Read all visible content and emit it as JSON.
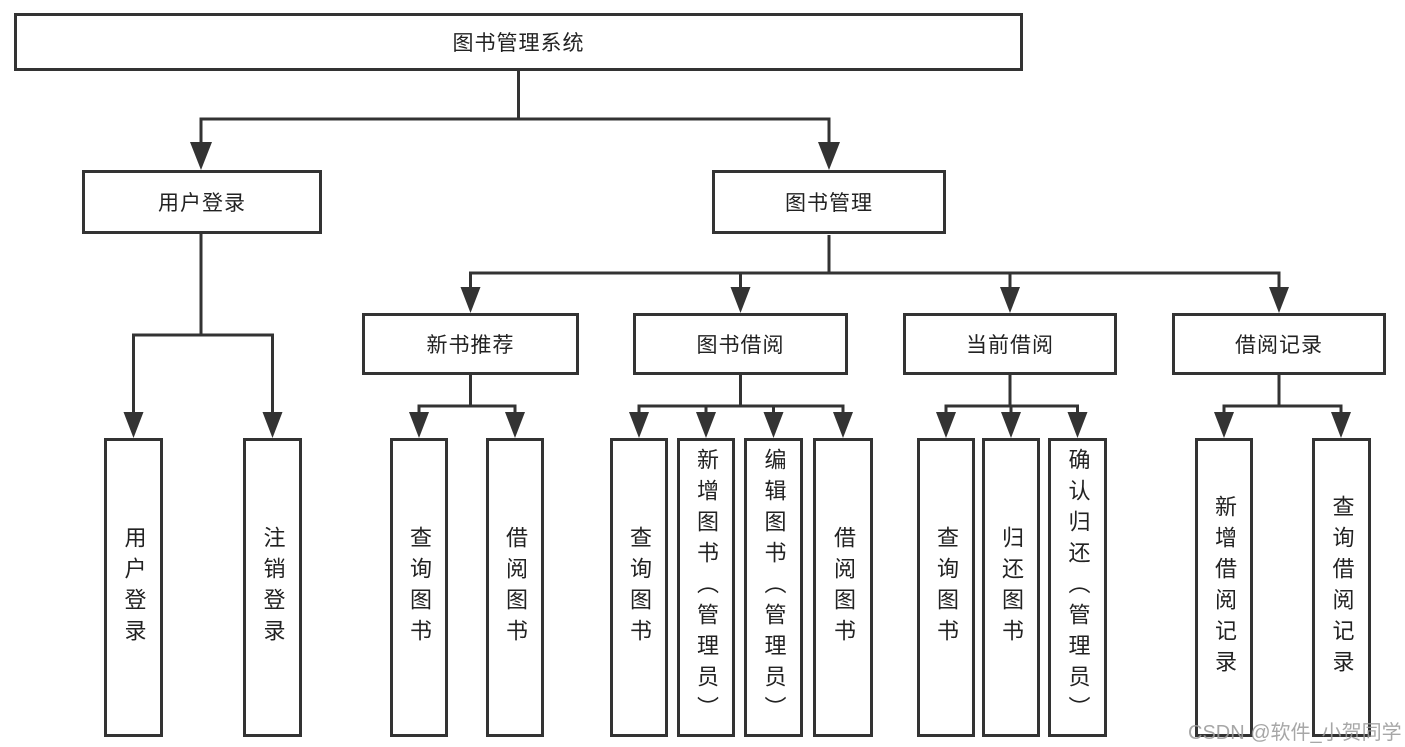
{
  "colors": {
    "line": "#333333",
    "text": "#222222",
    "background": "#ffffff",
    "watermark": "#9b9b9b"
  },
  "watermark": {
    "text": "CSDN @软件_小贺同学"
  },
  "tree": {
    "root": {
      "label": "图书管理系统"
    },
    "level2": [
      {
        "label": "用户登录"
      },
      {
        "label": "图书管理"
      }
    ],
    "level3": [
      {
        "label": "新书推荐"
      },
      {
        "label": "图书借阅"
      },
      {
        "label": "当前借阅"
      },
      {
        "label": "借阅记录"
      }
    ],
    "leaves": {
      "user_login": [
        {
          "label": "用户登录"
        },
        {
          "label": "注销登录"
        }
      ],
      "new_book": [
        {
          "label": "查询图书"
        },
        {
          "label": "借阅图书"
        }
      ],
      "book_borrow": [
        {
          "label": "查询图书"
        },
        {
          "label": "新增图书（管理员）"
        },
        {
          "label": "编辑图书（管理员）"
        },
        {
          "label": "借阅图书"
        }
      ],
      "current_borrow": [
        {
          "label": "查询图书"
        },
        {
          "label": "归还图书"
        },
        {
          "label": "确认归还（管理员）"
        }
      ],
      "borrow_record": [
        {
          "label": "新增借阅记录"
        },
        {
          "label": "查询借阅记录"
        }
      ]
    }
  }
}
